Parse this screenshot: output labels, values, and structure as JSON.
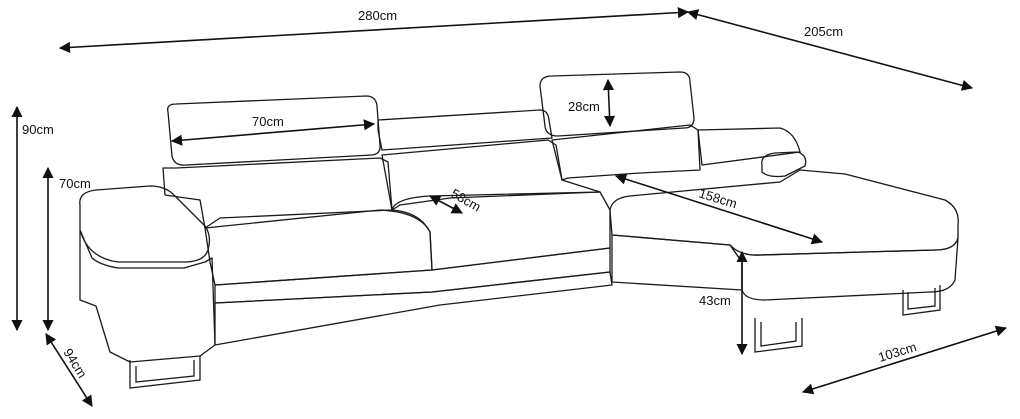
{
  "dimensions": {
    "total_width": "280cm",
    "chaise_depth": "205cm",
    "total_height": "90cm",
    "seat_back_height": "70cm",
    "sofa_depth": "94cm",
    "headrest_width": "70cm",
    "headrest_height": "28cm",
    "seat_depth": "58cm",
    "chaise_length": "158cm",
    "seat_height": "43cm",
    "chaise_width": "103cm"
  }
}
